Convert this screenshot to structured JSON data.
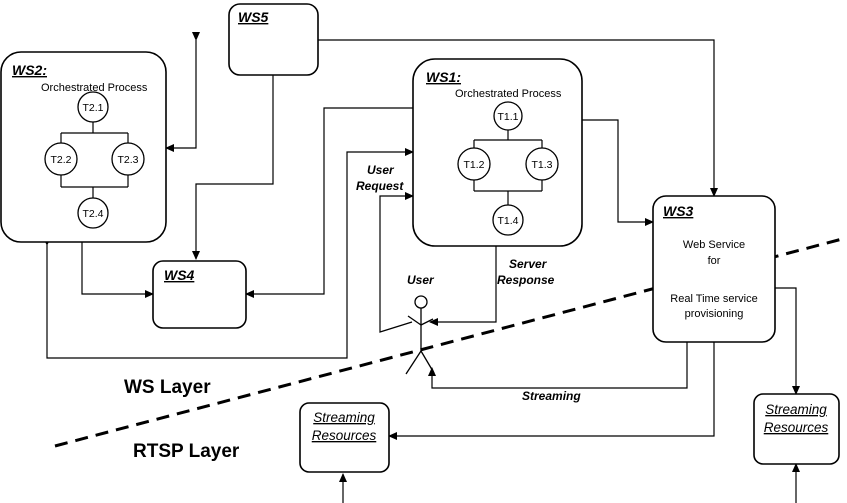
{
  "ws1": {
    "title": "WS1:",
    "subtitle": "Orchestrated Process",
    "tasks": [
      "T1.1",
      "T1.2",
      "T1.3",
      "T1.4"
    ]
  },
  "ws2": {
    "title": "WS2:",
    "subtitle": "Orchestrated Process",
    "tasks": [
      "T2.1",
      "T2.2",
      "T2.3",
      "T2.4"
    ]
  },
  "ws3": {
    "title": "WS3",
    "lines": [
      "Web Service",
      "for",
      "Real Time service",
      "provisioning"
    ]
  },
  "ws4": {
    "title": "WS4"
  },
  "ws5": {
    "title": "WS5"
  },
  "labels": {
    "user_request": [
      "User",
      "Request"
    ],
    "server_response": [
      "Server",
      "Response"
    ],
    "user": "User",
    "streaming": "Streaming"
  },
  "layers": {
    "ws": "WS Layer",
    "rtsp": "RTSP Layer"
  },
  "resources": {
    "left": [
      "Streaming",
      "Resources"
    ],
    "right": [
      "Streaming",
      "Resources"
    ]
  }
}
